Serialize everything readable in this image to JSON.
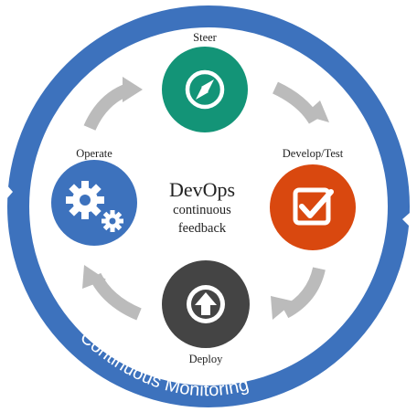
{
  "diagram": {
    "center": {
      "title": "DevOps",
      "line1": "continuous",
      "line2": "feedback"
    },
    "ring_label": "Continuous Monitoring",
    "colors": {
      "ring": "#3d72bd",
      "steer": "#139477",
      "develop": "#d9480f",
      "deploy": "#444444",
      "operate": "#3d72bd",
      "arrow": "#bbbbbb",
      "text": "#222222"
    },
    "nodes": [
      {
        "label": "Steer",
        "icon": "compass-icon"
      },
      {
        "label": "Develop/Test",
        "icon": "checkbox-icon"
      },
      {
        "label": "Deploy",
        "icon": "upload-arrow-icon"
      },
      {
        "label": "Operate",
        "icon": "gears-icon"
      }
    ]
  }
}
